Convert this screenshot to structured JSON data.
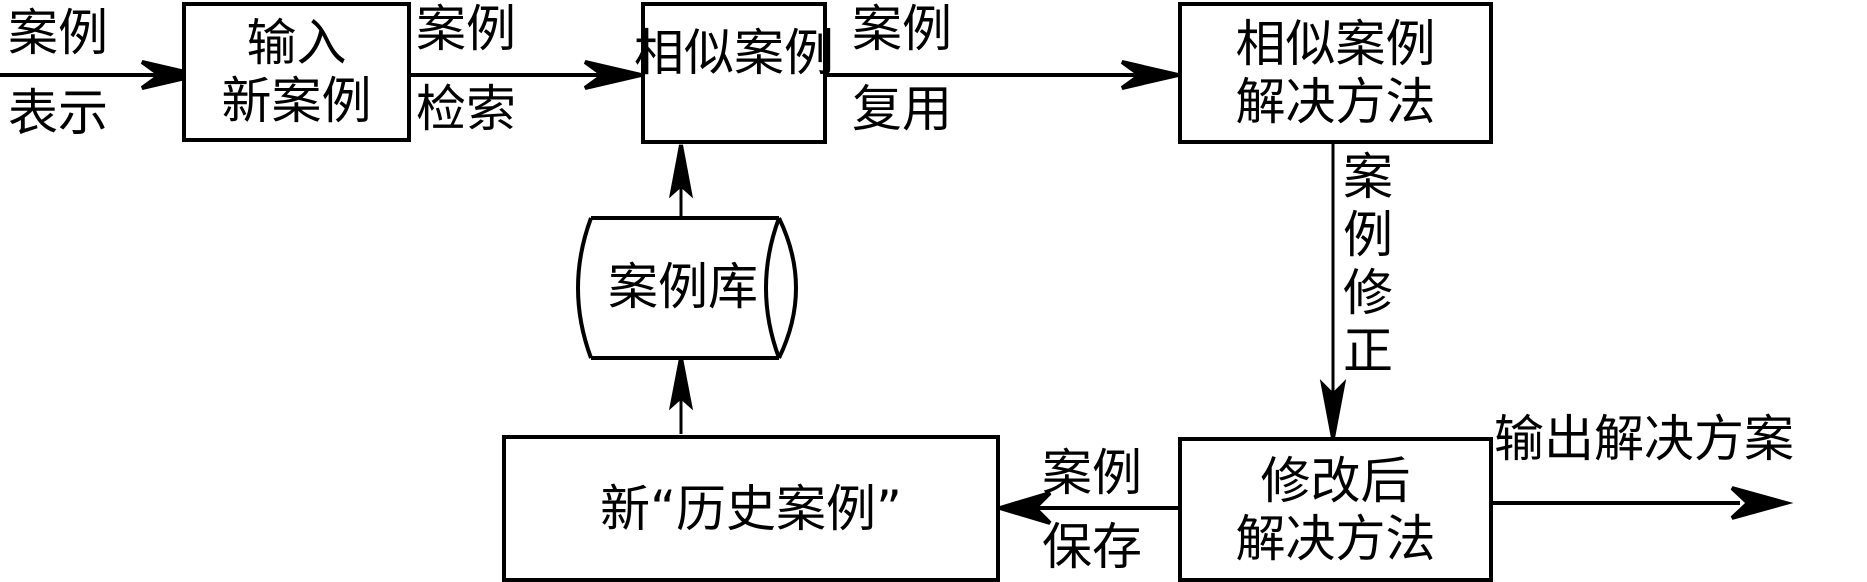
{
  "diagram": {
    "nodes": {
      "input_new_case": [
        "输入",
        "新案例"
      ],
      "similar_case": [
        "相似案例"
      ],
      "similar_solution": [
        "相似案例",
        "解决方法"
      ],
      "case_library": [
        "案例库"
      ],
      "revised_solution": [
        "修改后",
        "解决方法"
      ],
      "new_history_case": [
        "新“历史案例”"
      ]
    },
    "edges": {
      "case_representation": [
        "案例",
        "表示"
      ],
      "case_retrieval": [
        "案例",
        "检索"
      ],
      "case_reuse": [
        "案例",
        "复用"
      ],
      "case_revision": [
        "案",
        "例",
        "修",
        "正"
      ],
      "case_save": [
        "案例",
        "保存"
      ],
      "output_solution": "输出解决方案"
    }
  }
}
